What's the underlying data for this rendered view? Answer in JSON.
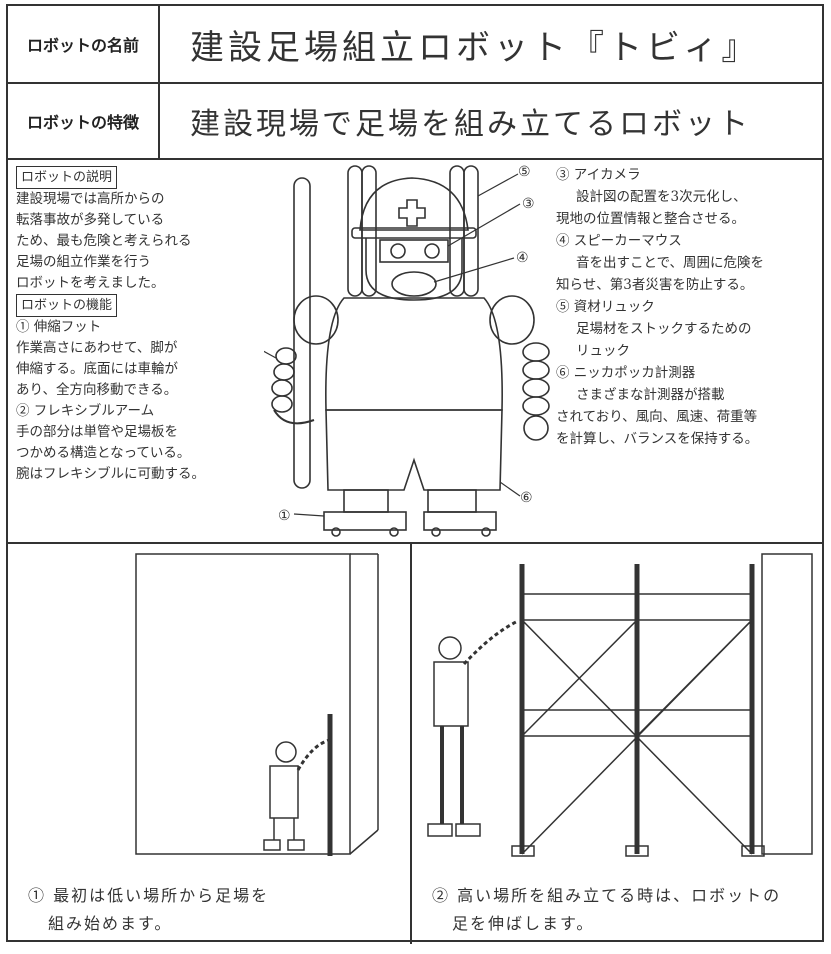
{
  "header": {
    "name_label": "ロボットの名前",
    "name_value": "建設足場組立ロボット『トビィ』",
    "feature_label": "ロボットの特徴",
    "feature_value": "建設現場で足場を組み立てるロボット"
  },
  "description": {
    "title": "ロボットの説明",
    "lines": [
      "建設現場では高所からの",
      "転落事故が多発している",
      "ため、最も危険と考えられる",
      "足場の組立作業を行う",
      "ロボットを考えました。"
    ]
  },
  "functions": {
    "title": "ロボットの機能",
    "f1_title": "① 伸縮フット",
    "f1_lines": [
      "作業高さにあわせて、脚が",
      "伸縮する。底面には車輪が",
      "あり、全方向移動できる。"
    ],
    "f2_title": "② フレキシブルアーム",
    "f2_lines": [
      "手の部分は単管や足場板を",
      "つかめる構造となっている。",
      "腕はフレキシブルに可動する。"
    ],
    "f3_title": "③ アイカメラ",
    "f3_lines": [
      "設計図の配置を3次元化し、",
      "現地の位置情報と整合させる。"
    ],
    "f4_title": "④ スピーカーマウス",
    "f4_lines": [
      "音を出すことで、周囲に危険を",
      "知らせ、第3者災害を防止する。"
    ],
    "f5_title": "⑤ 資材リュック",
    "f5_lines": [
      "足場材をストックするための",
      "リュック"
    ],
    "f6_title": "⑥ ニッカポッカ計測器",
    "f6_lines": [
      "さまざまな計測器が搭載",
      "されており、風向、風速、荷重等",
      "を計算し、バランスを保持する。"
    ]
  },
  "callouts": [
    "①",
    "②",
    "③",
    "④",
    "⑤",
    "⑥"
  ],
  "captions": {
    "p1_lines": [
      "① 最初は低い場所から足場を",
      "組み始めます。"
    ],
    "p2_lines": [
      "② 高い場所を組み立てる時は、ロボットの",
      "足を伸ばします。"
    ]
  }
}
